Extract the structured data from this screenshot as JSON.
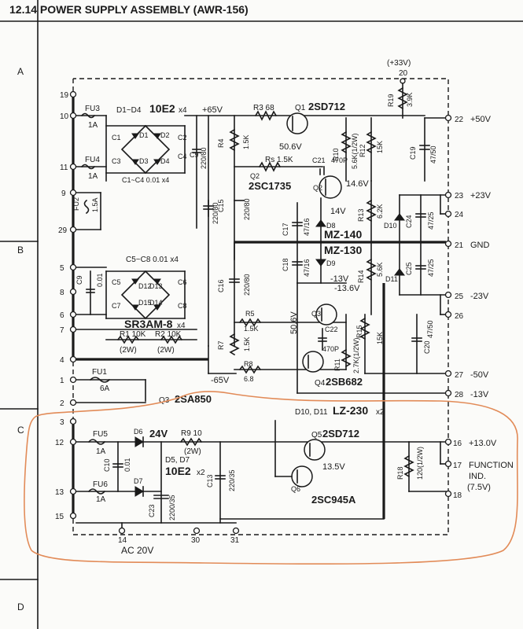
{
  "header": {
    "title": "12.14  POWER SUPPLY ASSEMBLY (AWR-156)"
  },
  "grid_zones": [
    "A",
    "B",
    "C",
    "D"
  ],
  "terminals": {
    "t19": "19",
    "t10": "10",
    "t11": "11",
    "t9": "9",
    "t29": "29",
    "t5": "5",
    "t8": "8",
    "t6": "6",
    "t7": "7",
    "t4": "4",
    "t1": "1",
    "t2": "2",
    "t3": "3",
    "t12": "12",
    "t13": "13",
    "t15": "15",
    "t14": "14",
    "t30": "30",
    "t31": "31",
    "t20": "20",
    "t22": "22",
    "t23": "23",
    "t24": "24",
    "t21": "21",
    "t25": "25",
    "t26": "26",
    "t27": "27",
    "t28": "28",
    "t16": "16",
    "t17": "17",
    "t18": "18"
  },
  "outputs": {
    "plus33": "(+33V)",
    "plus50": "+50V",
    "plus23": "+23V",
    "gnd": "GND",
    "minus23": "-23V",
    "minus50": "-50V",
    "minus13": "-13V",
    "plus13": "+13.0V",
    "function_ind": "FUNCTION",
    "ind": "IND.",
    "ind_v": "(7.5V)",
    "ac20": "AC 20V"
  },
  "labels": {
    "fu3": "FU3",
    "fu3v": "1A",
    "fu4": "FU4",
    "fu4v": "1A",
    "fu2": "FU2",
    "fu2v": "1.5A",
    "fu1": "FU1",
    "fu1v": "6A",
    "fu5": "FU5",
    "fu5v": "1A",
    "fu6": "FU6",
    "fu6v": "1A",
    "d1d4": "D1~D4",
    "ic10e2": "10E2",
    "x4a": "x4",
    "d1": "D1",
    "d2": "D2",
    "d3": "D3",
    "d4": "D4",
    "c1c4": "C1~C4  0.01 x4",
    "c1": "C1",
    "c2": "C2",
    "c3": "C3",
    "c4": "C4",
    "plus65": "+65V",
    "r3": "R3 68",
    "q1": "Q1",
    "q1part": "2SD712",
    "r19": "R19",
    "r19v": "3.9K",
    "r4": "R4",
    "r4v": "1.5K",
    "v506": "50.6V",
    "r10": "R10",
    "r10v": "5.6K(1/2W)",
    "r12": "R12",
    "r12v": "15K",
    "c19": "C19",
    "c19v": "47/50",
    "c9": "C9",
    "c9v": "220/80",
    "rs": "Rs 1.5K",
    "c21": "C21",
    "c21v": "470P",
    "q2": "Q2",
    "q2part": "2SC1735",
    "q2b": "Q2",
    "v146": "14.6V",
    "c12": "C12",
    "c12v": "220/80",
    "c15": "C15",
    "c15v": "220/80",
    "c17": "C17",
    "c17v": "47/16",
    "v14": "14V",
    "d8": "D8",
    "mz140": "MZ-140",
    "r13": "R13",
    "r13v": "6.2K",
    "d10": "D10",
    "c24": "C24",
    "c24v": "47/25",
    "c5c8": "C5~C8  0.01 x4",
    "c5": "C5",
    "c6": "C6",
    "c7": "C7",
    "c8": "C8",
    "c9b": "C9",
    "c9bv": "0.01",
    "d12": "D12",
    "d13": "D13",
    "d15": "D15",
    "d14": "D14",
    "sr3am": "SR3AM-8",
    "x4b": "x4",
    "r1": "R1 10K",
    "r2": "R2 10K",
    "r1w": "(2W)",
    "r2w": "(2W)",
    "mz130": "MZ-130",
    "d9": "D9",
    "c18": "C18",
    "c18v": "47/16",
    "c16": "C16",
    "c16v": "220/80",
    "vm13": "-13V",
    "vm136": "-13.6V",
    "r14": "R14",
    "r14v": "5.6K",
    "c25": "C25",
    "c25v": "47/25",
    "d11": "D11",
    "r5": "R5",
    "r5v": "1.5K",
    "q3b": "Q3",
    "c22": "C22",
    "c22v": "470P",
    "r15": "R15",
    "r15v": "15K",
    "c20": "C20",
    "c20v": "47/50",
    "r7": "R7",
    "r7v": "1.5K",
    "v506b": "50.6V",
    "r11": "R11",
    "r11v": "2.7K(1/2W)",
    "q4": "Q4",
    "q4part": "2SB682",
    "r8": "R8",
    "r8v": "6.8",
    "minus65": "-65V",
    "q3": "Q3",
    "q3part": "2SA850",
    "d10d11": "D10, D11",
    "lz230": "LZ-230",
    "x2": "x2",
    "d6": "D6",
    "v24": "24V",
    "r9": "R9 10",
    "r9w": "(2W)",
    "c10": "C10",
    "c10v": "0.01",
    "d5d7": "D5, D7",
    "ic10e2b": "10E2",
    "x2b": "x2",
    "d7": "D7",
    "c23": "C23",
    "c23v": "2200/35",
    "c13": "C13",
    "c13v": "220/35",
    "q5": "Q5",
    "q5part": "2SD712",
    "v135": "13.5V",
    "q6": "Q6",
    "q6part": "2SC945A",
    "r18": "R18",
    "r18v": "120(1/2W)"
  }
}
